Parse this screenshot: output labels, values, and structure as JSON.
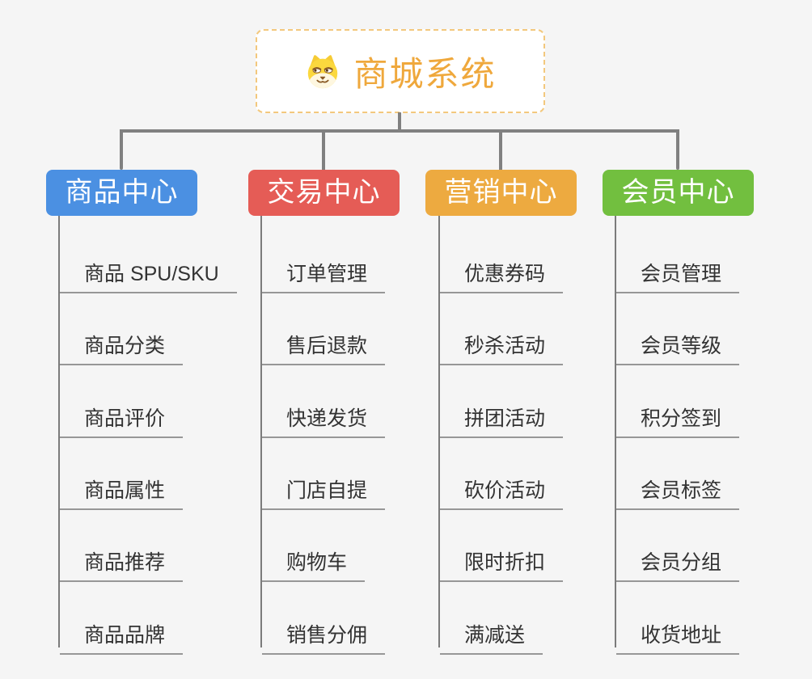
{
  "root": {
    "title": "商城系统",
    "icon": "doge-icon",
    "title_color": "#EFA83C",
    "border_color": "#F3C87D"
  },
  "branches": [
    {
      "label": "商品中心",
      "color": "#4B90E2",
      "children": [
        "商品 SPU/SKU",
        "商品分类",
        "商品评价",
        "商品属性",
        "商品推荐",
        "商品品牌"
      ]
    },
    {
      "label": "交易中心",
      "color": "#E55C56",
      "children": [
        "订单管理",
        "售后退款",
        "快递发货",
        "门店自提",
        "购物车",
        "销售分佣"
      ]
    },
    {
      "label": "营销中心",
      "color": "#EDAA40",
      "children": [
        "优惠券码",
        "秒杀活动",
        "拼团活动",
        "砍价活动",
        "限时折扣",
        "满减送"
      ]
    },
    {
      "label": "会员中心",
      "color": "#72BF3F",
      "children": [
        "会员管理",
        "会员等级",
        "积分签到",
        "会员标签",
        "会员分组",
        "收货地址"
      ]
    }
  ],
  "style": {
    "connector_color": "#808080",
    "leaf_underline_color": "#979797",
    "background": "#F5F5F5"
  }
}
